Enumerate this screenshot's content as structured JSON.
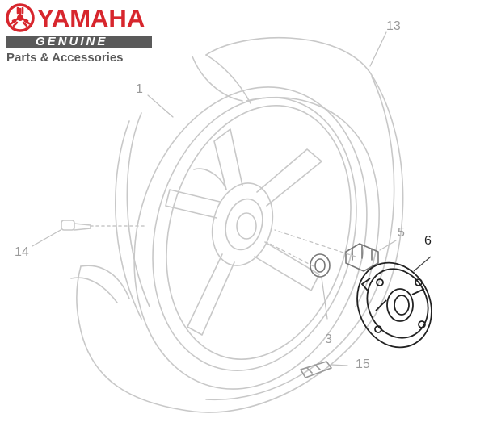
{
  "brand": {
    "name": "YAMAHA",
    "genuine": "GENUINE",
    "tagline": "Parts & Accessories",
    "colors": {
      "brand_red": "#d7262d",
      "banner_gray": "#5a5a5a"
    },
    "icon": "tuning-fork-emblem-icon"
  },
  "diagram": {
    "colors": {
      "line": "#c8c8c8",
      "highlight": "#222222",
      "label": "#9a9a9a"
    },
    "callouts": {
      "c13": "13",
      "c1": "1",
      "c14": "14",
      "c5": "5",
      "c6": "6",
      "c3": "3",
      "c15": "15"
    },
    "highlighted_part": "6"
  }
}
